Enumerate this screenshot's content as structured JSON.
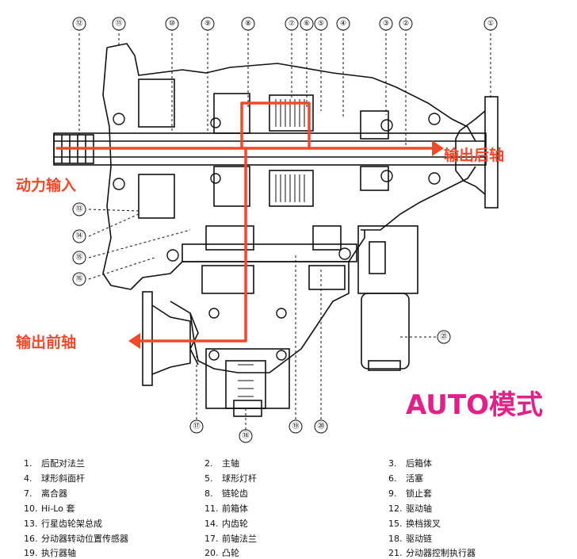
{
  "flow": {
    "input_label": "动力输入",
    "rear_output_label": "输出后轴",
    "front_output_label": "输出前轴"
  },
  "mode_label": "AUTO模式",
  "callouts": [
    "⑫",
    "⑪",
    "⑩",
    "⑨",
    "⑧",
    "⑦",
    "⑥",
    "⑤",
    "④",
    "③",
    "②",
    "①",
    "⑬",
    "⑭",
    "⑮",
    "⑯",
    "㉑",
    "⑰",
    "⑱",
    "⑲",
    "⑳"
  ],
  "legend": [
    {
      "num": "1.",
      "text": "后配对法兰"
    },
    {
      "num": "2.",
      "text": "主轴"
    },
    {
      "num": "3.",
      "text": "后箱体"
    },
    {
      "num": "4.",
      "text": "球形斜面杆"
    },
    {
      "num": "5.",
      "text": "球形灯杆"
    },
    {
      "num": "6.",
      "text": "活塞"
    },
    {
      "num": "7.",
      "text": "离合器"
    },
    {
      "num": "8.",
      "text": "链轮齿"
    },
    {
      "num": "9.",
      "text": "锁止套"
    },
    {
      "num": "10.",
      "text": "Hi-Lo 套"
    },
    {
      "num": "11.",
      "text": "前箱体"
    },
    {
      "num": "12.",
      "text": "驱动轴"
    },
    {
      "num": "13.",
      "text": "行星齿轮架总成"
    },
    {
      "num": "14.",
      "text": "内齿轮"
    },
    {
      "num": "15.",
      "text": "换档拨叉"
    },
    {
      "num": "16.",
      "text": "分动器转动位置传感器"
    },
    {
      "num": "17.",
      "text": "前轴法兰"
    },
    {
      "num": "18.",
      "text": "驱动链"
    },
    {
      "num": "19.",
      "text": "执行器轴"
    },
    {
      "num": "20.",
      "text": "凸轮"
    },
    {
      "num": "21.",
      "text": "分动器控制执行器"
    }
  ],
  "colors": {
    "flow_arrow": "#f04a2a",
    "mode_text": "#e0218a",
    "line": "#111111"
  }
}
